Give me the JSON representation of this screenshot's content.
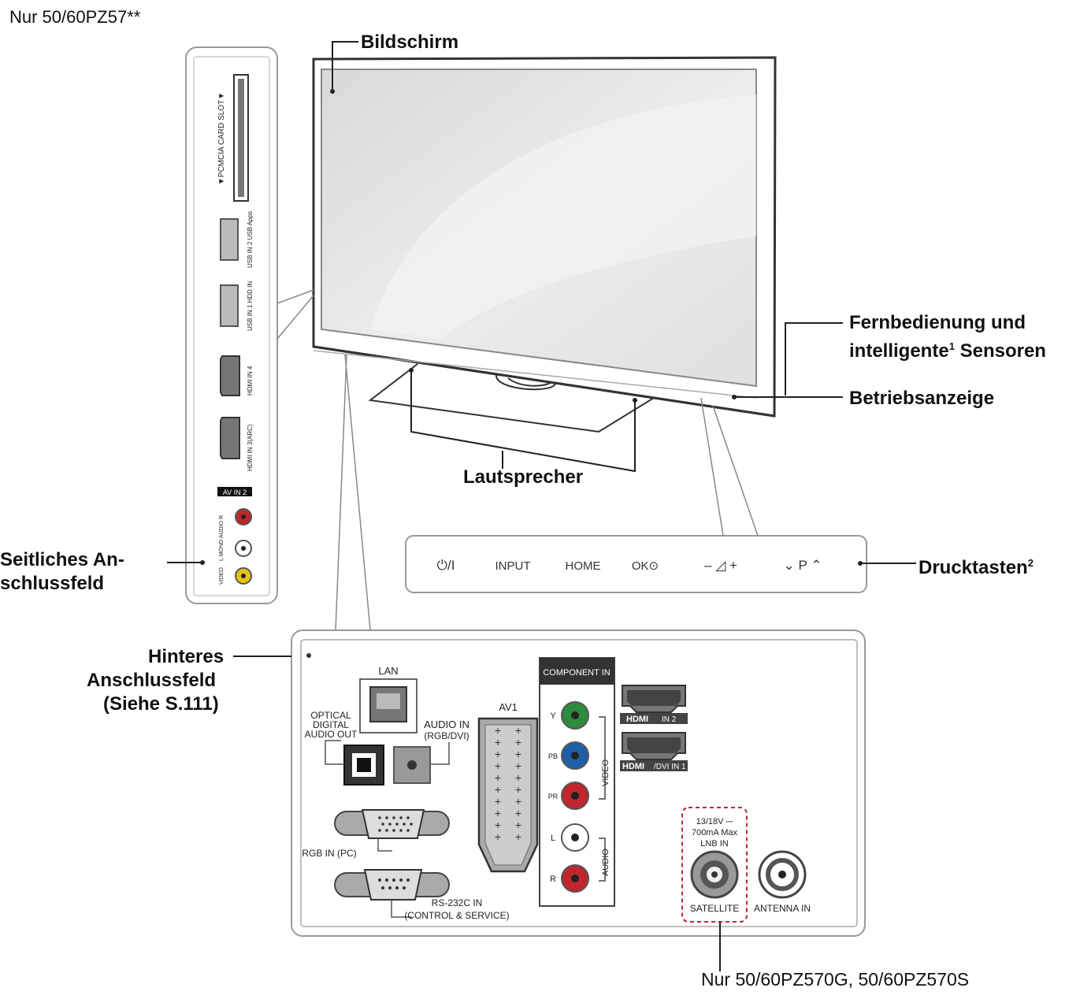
{
  "header_note": "Nur 50/60PZ57**",
  "footer_note": "Nur 50/60PZ570G, 50/60PZ570S",
  "labels": {
    "screen": "Bildschirm",
    "remote_sensor_line1": "Fernbedienung und",
    "remote_sensor_line2_a": "intelligente",
    "remote_sensor_sup": "1",
    "remote_sensor_line2_b": " Sensoren",
    "power_indicator": "Betriebsanzeige",
    "speaker": "Lautsprecher",
    "buttons": "Drucktasten",
    "buttons_sup": "2",
    "side_panel_line1": "Seitliches An-",
    "side_panel_line2": "schlussfeld",
    "rear_panel_line1": "Hinteres",
    "rear_panel_line2": "Anschlussfeld",
    "rear_panel_line3": "(Siehe S.111)"
  },
  "button_bar": {
    "power": "⏻/I",
    "input": "INPUT",
    "home": "HOME",
    "ok": "OK⊙",
    "volume": "– ◿ +",
    "program": "⌄ P ⌃"
  },
  "side_panel": {
    "pcmcia": "▼PCMCIA CARD SLOT▼",
    "usb2": "USB IN 2 USB Apps",
    "usb1": "USB IN 1 HDD IN",
    "hdmi4": "HDMI IN 4",
    "hdmi3": "HDMI IN 3(ARC)",
    "av_in2": "AV IN 2",
    "audio_l": "L MONO AUDIO R",
    "video": "VIDEO"
  },
  "rear_panel": {
    "lan": "LAN",
    "optical_line1": "OPTICAL",
    "optical_line2": "DIGITAL",
    "optical_line3": "AUDIO OUT",
    "audio_in_line1": "AUDIO IN",
    "audio_in_line2": "(RGB/DVI)",
    "av1": "AV1",
    "component_in": "COMPONENT IN",
    "comp_y": "Y",
    "comp_pb": "PB",
    "comp_pr": "PR",
    "comp_l": "L",
    "comp_r": "R",
    "video_tag": "VIDEO",
    "audio_tag": "AUDIO",
    "hdmi2": "IN 2",
    "hdmi1": "/DVI IN 1",
    "hdmi_logo": "HDMI",
    "rgb_in": "RGB IN (PC)",
    "rs232_line1": "RS-232C IN",
    "rs232_line2": "(CONTROL & SERVICE)",
    "lnb_line1": "13/18V ⎓",
    "lnb_line2": "700mA Max",
    "lnb_line3": "LNB IN",
    "satellite": "SATELLITE",
    "antenna": "ANTENNA IN"
  },
  "colors": {
    "line": "#222222",
    "frame": "#333333",
    "screen_fill": "#e6e6e6",
    "panel_border": "#999999",
    "green_jack": "#2e8b3e",
    "blue_jack": "#1f5fa8",
    "red_jack": "#c0262d",
    "yellow_jack": "#e8c21a",
    "dash_red": "#c0262d"
  }
}
